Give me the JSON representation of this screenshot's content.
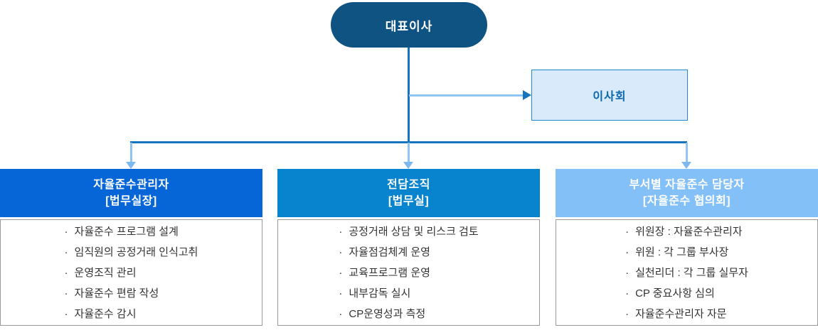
{
  "diagram": {
    "root": {
      "label": "대표이사"
    },
    "board": {
      "label": "이사회"
    },
    "columns": [
      {
        "title": "자율준수관리자",
        "subtitle": "[법무실장]",
        "header_color": "#0666d8",
        "items": [
          "자율준수 프로그램 설계",
          "임직원의 공정거래 인식고취",
          "운영조직 관리",
          "자율준수 편람 작성",
          "자율준수 감시"
        ]
      },
      {
        "title": "전담조직",
        "subtitle": "[법무실]",
        "header_color": "#0884cf",
        "items": [
          "공정거래 상담 및 리스크 검토",
          "자율점검체계 운영",
          "교육프로그램 운영",
          "내부감독 실시",
          "CP운영성과 측정"
        ]
      },
      {
        "title": "부서별 자율준수 담당자",
        "subtitle": "[자율준수 협의회]",
        "header_color": "#84c0f8",
        "items": [
          "위원장 : 자율준수관리자",
          "위원 : 각 그룹 부사장",
          "실천리더 : 각 그룹 실무자",
          "CP 중요사항 심의",
          "자율준수관리자 자문"
        ]
      }
    ],
    "colors": {
      "root_bg": "#0e5382",
      "connector_dark": "#1474bd",
      "connector_light": "#90c4f2",
      "arrow_down": "#7db8ef",
      "board_bg": "#d9eafb",
      "board_border": "#1e88d2",
      "board_text": "#0b68af",
      "col1_header_bg": "#0666d8",
      "col2_header_bg": "#0884cf",
      "col3_header_bg": "#84c0f8",
      "body_border": "#999999",
      "body_text": "#333333"
    }
  }
}
